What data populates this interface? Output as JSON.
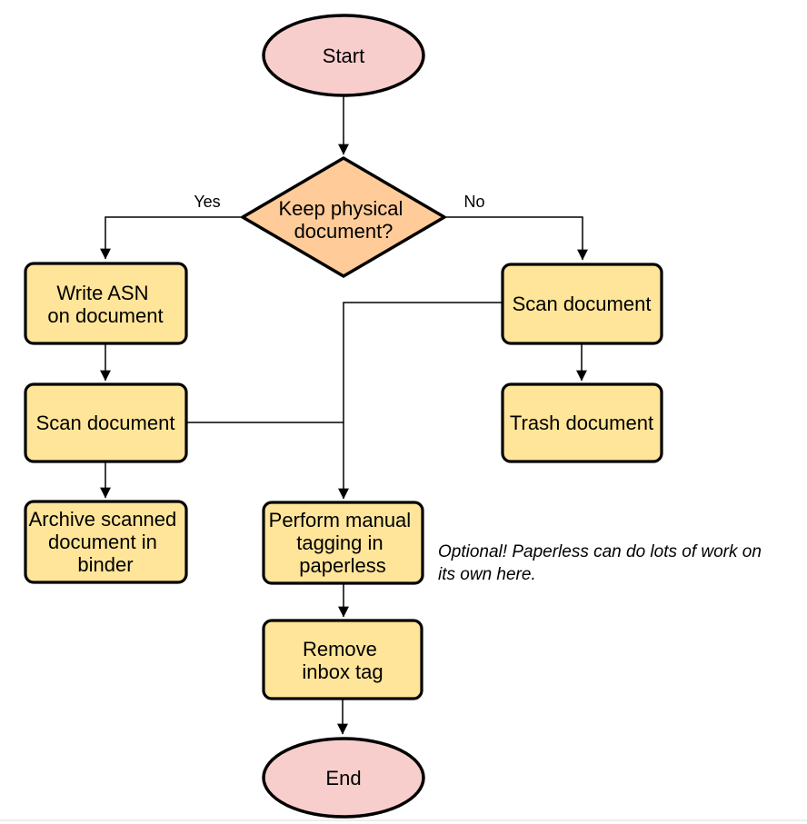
{
  "colors": {
    "terminator_fill": "#F8CECC",
    "decision_fill": "#FFCC99",
    "process_fill": "#FFE599",
    "stroke": "#000000"
  },
  "nodes": {
    "start": {
      "type": "terminator",
      "label": "Start"
    },
    "decision": {
      "type": "decision",
      "lines": [
        "Keep physical",
        "document?"
      ]
    },
    "write_asn": {
      "type": "process",
      "lines": [
        "Write ASN",
        "on document"
      ]
    },
    "scan_left": {
      "type": "process",
      "lines": [
        "Scan document"
      ]
    },
    "archive": {
      "type": "process",
      "lines": [
        "Archive scanned",
        "document in",
        "binder"
      ]
    },
    "scan_right": {
      "type": "process",
      "lines": [
        "Scan document"
      ]
    },
    "trash": {
      "type": "process",
      "lines": [
        "Trash document"
      ]
    },
    "tagging": {
      "type": "process",
      "lines": [
        "Perform manual",
        "tagging in",
        "paperless"
      ]
    },
    "remove_inbox": {
      "type": "process",
      "lines": [
        "Remove",
        "inbox tag"
      ]
    },
    "end": {
      "type": "terminator",
      "label": "End"
    }
  },
  "edge_labels": {
    "yes": "Yes",
    "no": "No"
  },
  "note": {
    "lines": [
      "Optional! Paperless can do lots of work on",
      "its own here."
    ]
  }
}
